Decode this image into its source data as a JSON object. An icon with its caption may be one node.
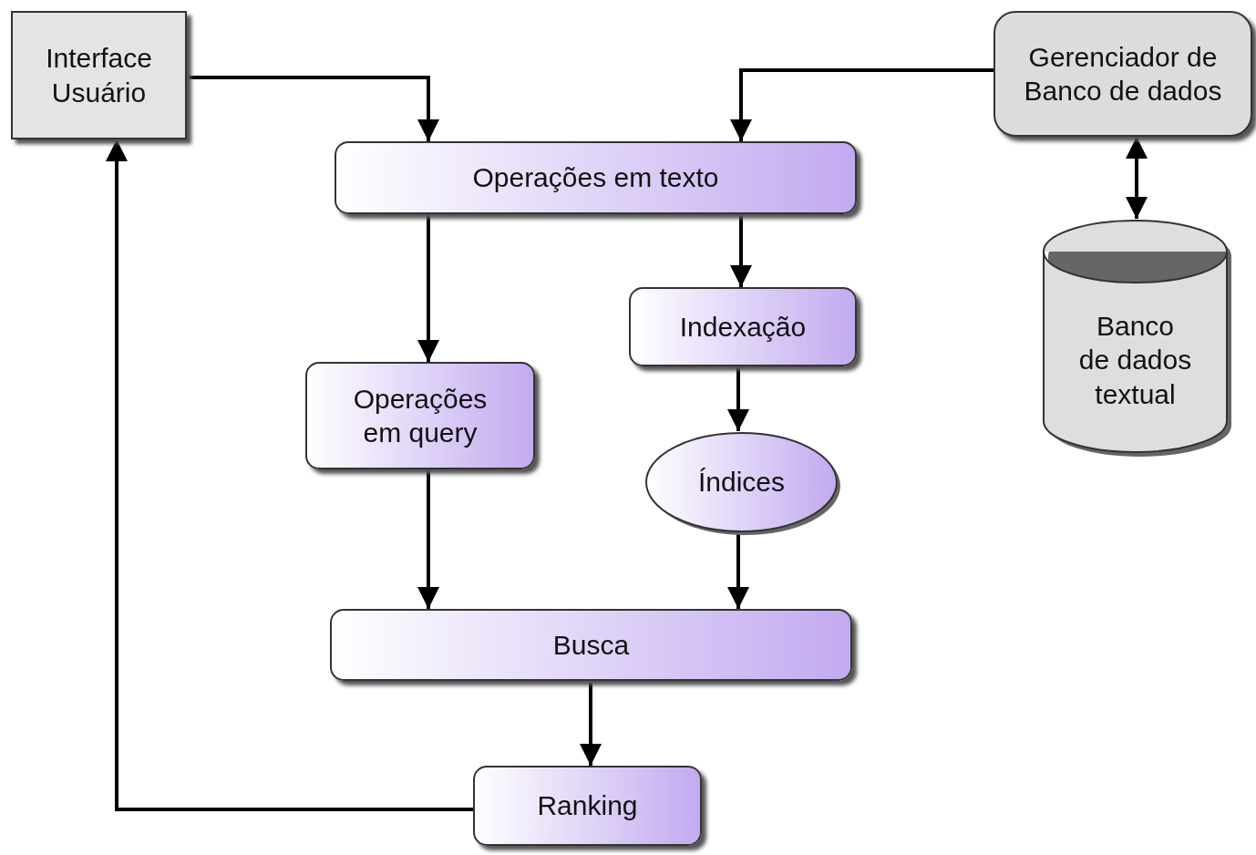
{
  "diagram": {
    "nodes": [
      {
        "text": [
          "Interface Usuário"
        ]
      },
      {
        "text": [
          "Gerenciador de Banco de dados"
        ]
      },
      {
        "text": [
          "Operações em texto"
        ]
      },
      {
        "text": [
          "Banco de dados textual"
        ]
      },
      {
        "text": [
          "Indexação"
        ]
      },
      {
        "text": [
          "Operações em query"
        ]
      },
      {
        "text": [
          "Índices"
        ]
      },
      {
        "text": [
          "Busca"
        ]
      },
      {
        "text": [
          "Ranking"
        ]
      }
    ],
    "edges": [
      {
        "from": 0,
        "to": 2,
        "arrow": "to"
      },
      {
        "from": 1,
        "to": 2,
        "arrow": "to"
      },
      {
        "from": 1,
        "to": 3,
        "arrow": "both"
      },
      {
        "from": 2,
        "to": 5,
        "arrow": "to"
      },
      {
        "from": 2,
        "to": 4,
        "arrow": "to"
      },
      {
        "from": 4,
        "to": 6,
        "arrow": "to"
      },
      {
        "from": 5,
        "to": 7,
        "arrow": "to"
      },
      {
        "from": 6,
        "to": 7,
        "arrow": "to"
      },
      {
        "from": 7,
        "to": 8,
        "arrow": "to"
      },
      {
        "from": 8,
        "to": 0,
        "arrow": "to"
      }
    ]
  }
}
